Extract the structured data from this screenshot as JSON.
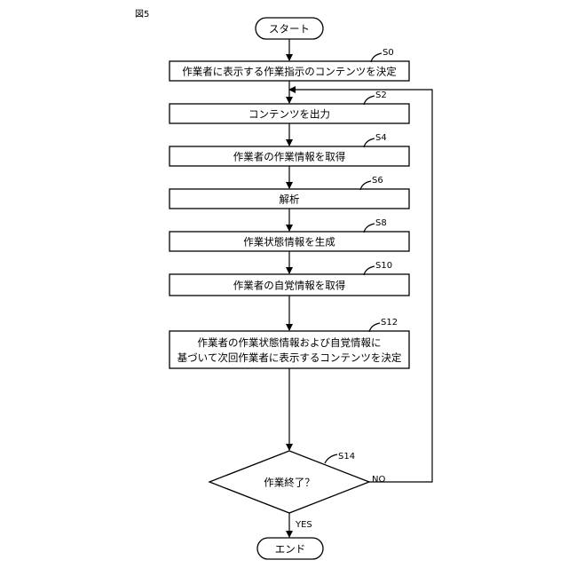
{
  "figure_label": "図5",
  "start": "スタート",
  "end": "エンド",
  "steps": {
    "s0": {
      "ref": "S0",
      "text": "作業者に表示する作業指示のコンテンツを決定"
    },
    "s2": {
      "ref": "S2",
      "text": "コンテンツを出力"
    },
    "s4": {
      "ref": "S4",
      "text": "作業者の作業情報を取得"
    },
    "s6": {
      "ref": "S6",
      "text": "解析"
    },
    "s8": {
      "ref": "S8",
      "text": "作業状態情報を生成"
    },
    "s10": {
      "ref": "S10",
      "text": "作業者の自覚情報を取得"
    },
    "s12": {
      "ref": "S12",
      "line1": "作業者の作業状態情報および自覚情報に",
      "line2": "基づいて次回作業者に表示するコンテンツを決定"
    }
  },
  "decision": {
    "ref": "S14",
    "text": "作業終了？",
    "yes": "YES",
    "no": "NO"
  }
}
